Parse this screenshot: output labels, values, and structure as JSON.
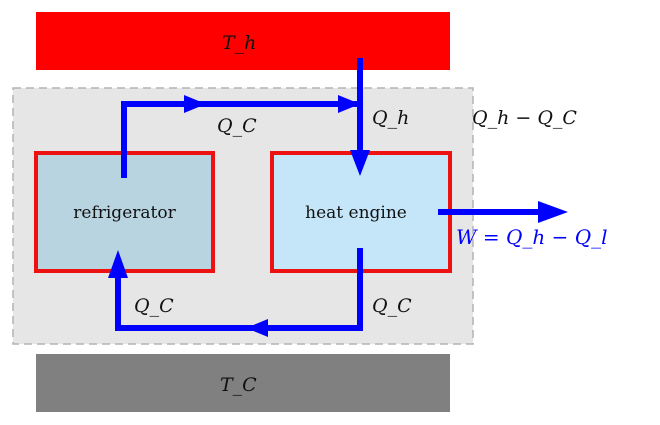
{
  "reservoirs": {
    "hot": {
      "label": "T_h",
      "color": "#ff0000"
    },
    "cold": {
      "label": "T_C",
      "color": "#808080"
    }
  },
  "system_boundary": {
    "fill": "#e6e6e6",
    "stroke": "#b4b4b4"
  },
  "boxes": {
    "refrigerator": {
      "label": "refrigerator",
      "fill": "#b8d4e0",
      "stroke": "#ee1111"
    },
    "engine": {
      "label": "heat engine",
      "fill": "#c5e6f8",
      "stroke": "#ee1111"
    }
  },
  "flow_color": "#0000ff",
  "labels": {
    "qc_top": "Q_C",
    "qh_in": "Q_h",
    "net_heat": "Q_h − Q_C",
    "work": "W = Q_h − Q_l",
    "qc_left": "Q_C",
    "qc_right": "Q_C"
  }
}
